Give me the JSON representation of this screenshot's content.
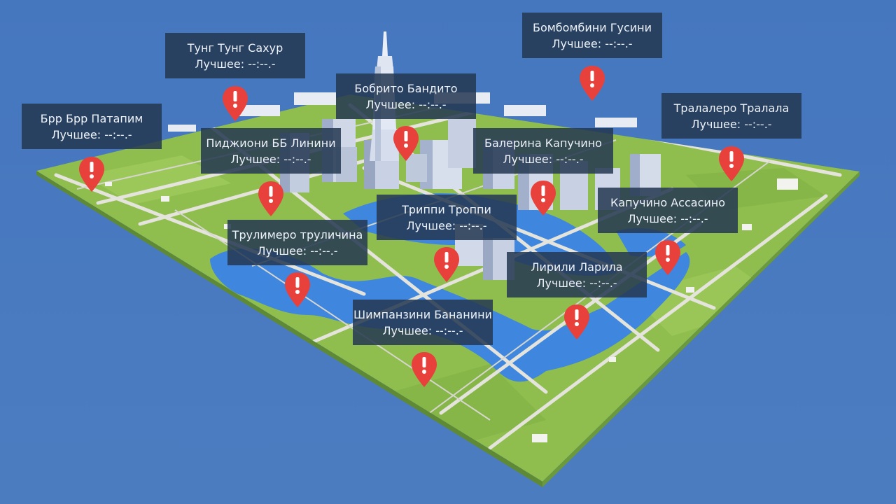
{
  "best_prefix": "Лучшее:",
  "colors": {
    "background": "#4a79bd",
    "grass": "#8fbd4e",
    "water": "#3f86de",
    "road": "#e4e4dc",
    "marker": "#e8413c",
    "label_bg": "#243852"
  },
  "locations": [
    {
      "name": "Бомбомбини Гусини",
      "best": "--:--.-",
      "icon": "alert-marker"
    },
    {
      "name": "Тунг Тунг Сахур",
      "best": "--:--.-",
      "icon": "alert-marker"
    },
    {
      "name": "Бобрито Бандито",
      "best": "--:--.-",
      "icon": "alert-marker"
    },
    {
      "name": "Тралалеро Тралала",
      "best": "--:--.-",
      "icon": "alert-marker"
    },
    {
      "name": "Брр Брр Патапим",
      "best": "--:--.-",
      "icon": "alert-marker"
    },
    {
      "name": "Пиджиони ББ Линини",
      "best": "--:--.-",
      "icon": "alert-marker"
    },
    {
      "name": "Балерина Капучино",
      "best": "--:--.-",
      "icon": "alert-marker"
    },
    {
      "name": "Капучино Ассасино",
      "best": "--:--.-",
      "icon": "alert-marker"
    },
    {
      "name": "Триппи Троппи",
      "best": "--:--.-",
      "icon": "alert-marker"
    },
    {
      "name": "Трулимеро труличина",
      "best": "--:--.-",
      "icon": "alert-marker"
    },
    {
      "name": "Лирили Ларила",
      "best": "--:--.-",
      "icon": "alert-marker"
    },
    {
      "name": "Шимпанзини Бананини",
      "best": "--:--.-",
      "icon": "alert-marker"
    }
  ]
}
